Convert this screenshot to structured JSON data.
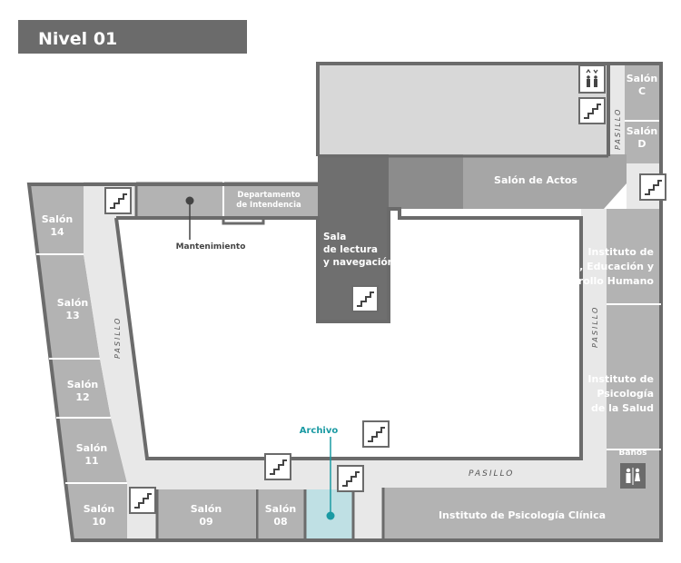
{
  "header": {
    "title": "Nivel 01"
  },
  "colors": {
    "dark_gray": "#6e6e6e",
    "mid_gray": "#b3b3b3",
    "light_gray": "#d6d6d6",
    "corridor": "#e8e8e8",
    "archivo_accent": "#1a9aa3",
    "archivo_fill": "#bfe0e4"
  },
  "rooms": {
    "salon_c": {
      "line1": "Salón",
      "line2": "C"
    },
    "salon_d": {
      "line1": "Salón",
      "line2": "D"
    },
    "salon_actos": {
      "label": "Salón de Actos"
    },
    "departamento": {
      "line1": "Departamento",
      "line2": "de Intendencia"
    },
    "mantenimiento": {
      "label": "Mantenimiento"
    },
    "sala_lectura": {
      "line1": "Sala",
      "line2": "de lectura",
      "line3": "y navegación"
    },
    "inst_educacion": {
      "line1": "Instituto de",
      "line2": "Psicología, Educación y",
      "line3": "Desarrollo Humano"
    },
    "inst_salud": {
      "line1": "Instituto de",
      "line2": "Psicología",
      "line3": "de la Salud"
    },
    "banos": {
      "label": "Baños"
    },
    "archivo": {
      "label": "Archivo"
    },
    "inst_clinica": {
      "label": "Instituto de Psicología Clínica"
    },
    "salon_14": {
      "line1": "Salón",
      "line2": "14"
    },
    "salon_13": {
      "line1": "Salón",
      "line2": "13"
    },
    "salon_12": {
      "line1": "Salón",
      "line2": "12"
    },
    "salon_11": {
      "line1": "Salón",
      "line2": "11"
    },
    "salon_10": {
      "line1": "Salón",
      "line2": "10"
    },
    "salon_09": {
      "line1": "Salón",
      "line2": "09"
    },
    "salon_08": {
      "line1": "Salón",
      "line2": "08"
    }
  },
  "corridors": {
    "right_upper": "PASILLO",
    "left": "PASILLO",
    "right": "PASILLO",
    "bottom": "PASILLO"
  },
  "icons": [
    "stairs-icon",
    "elevator-icon",
    "restroom-icon",
    "location-marker-icon"
  ]
}
